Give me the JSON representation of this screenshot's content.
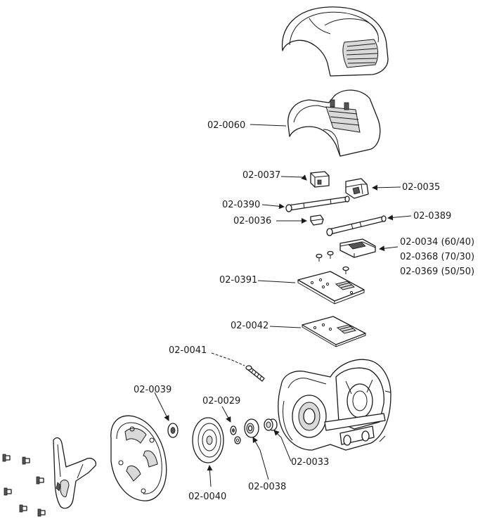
{
  "labels": {
    "p0060": "02-0060",
    "p0037": "02-0037",
    "p0035": "02-0035",
    "p0390": "02-0390",
    "p0389": "02-0389",
    "p0036": "02-0036",
    "p0034": "02-0034 (60/40)",
    "p0368": "02-0368 (70/30)",
    "p0369": "02-0369 (50/50)",
    "p0391": "02-0391",
    "p0042": "02-0042",
    "p0041": "02-0041",
    "p0039": "02-0039",
    "p0029": "02-0029",
    "p0033": "02-0033",
    "p0038": "02-0038",
    "p0040": "02-0040"
  },
  "colors": {
    "line": "#1a1a1a",
    "background": "#ffffff",
    "shade": "#d9d9d9"
  }
}
